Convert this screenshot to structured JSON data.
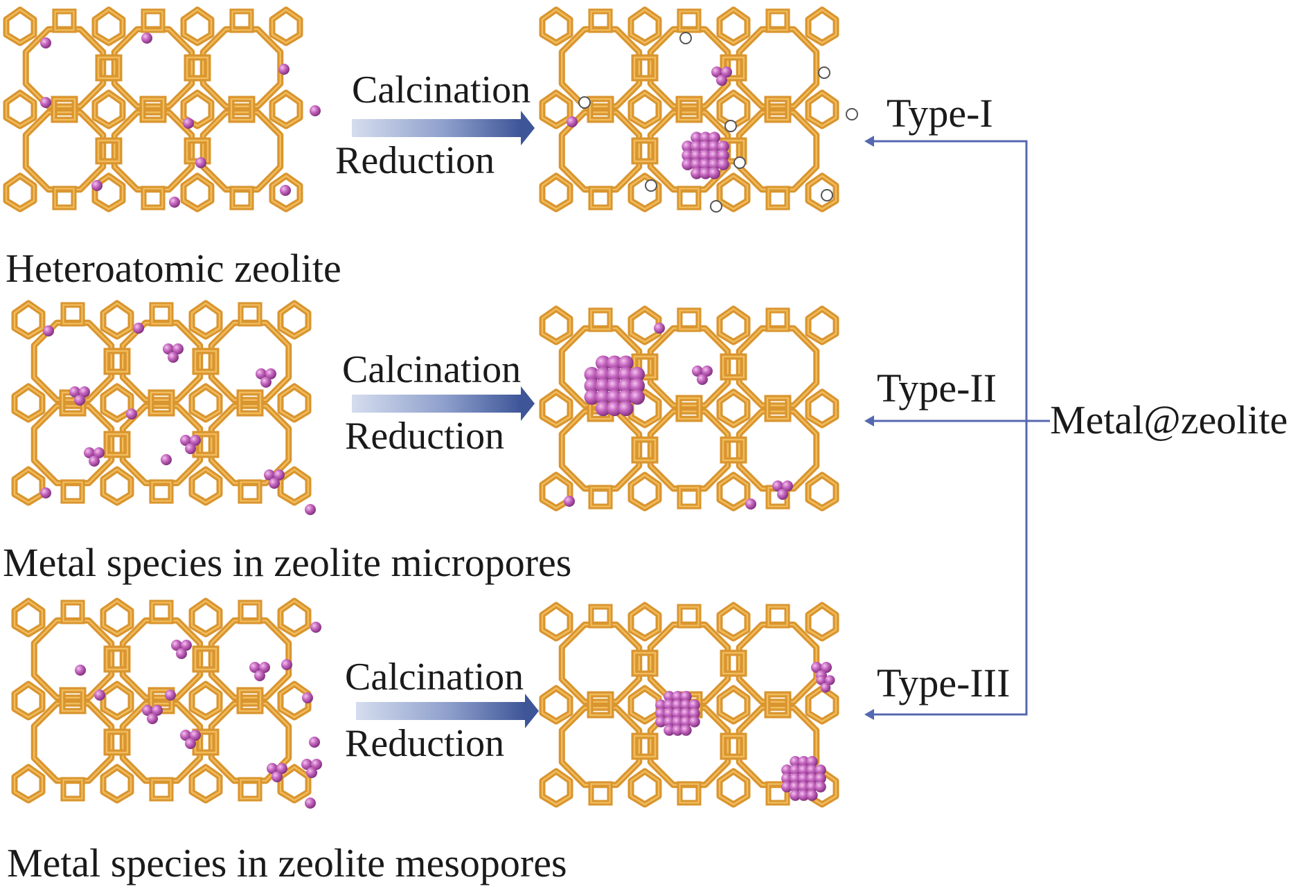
{
  "rows": [
    {
      "id": "heteroatomic",
      "caption": "Heteroatomic zeolite",
      "step1": "Calcination",
      "step2": "Reduction",
      "type_label": "Type-I"
    },
    {
      "id": "micropores",
      "caption": "Metal species in zeolite micropores",
      "step1": "Calcination",
      "step2": "Reduction",
      "type_label": "Type-II"
    },
    {
      "id": "mesopores",
      "caption": "Metal species in zeolite mesopores",
      "step1": "Calcination",
      "step2": "Reduction",
      "type_label": "Type-III"
    }
  ],
  "root_label": "Metal@zeolite",
  "colors": {
    "framework": "#D9952F",
    "framework_light": "#F0B656",
    "metal": "#B24FAE",
    "metal_light": "#E8A8E4",
    "vacancy": "#FFFFFF",
    "arrow": "#4A64A5",
    "connector": "#5567B0"
  },
  "icons": [
    "zeolite-framework-icon",
    "metal-cluster-icon",
    "process-arrow-icon",
    "bracket-connector-icon"
  ]
}
